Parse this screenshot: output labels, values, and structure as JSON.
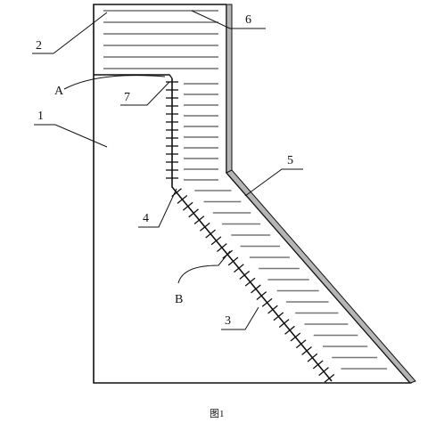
{
  "figure": {
    "caption": "图1",
    "labels": {
      "l1": "1",
      "l2": "2",
      "l3": "3",
      "l4": "4",
      "l5": "5",
      "l6": "6",
      "l7": "7",
      "lA": "A",
      "lB": "B"
    }
  },
  "colors": {
    "line": "#111111",
    "fill_lines": "#555555",
    "strip": "#9a9a9a"
  }
}
